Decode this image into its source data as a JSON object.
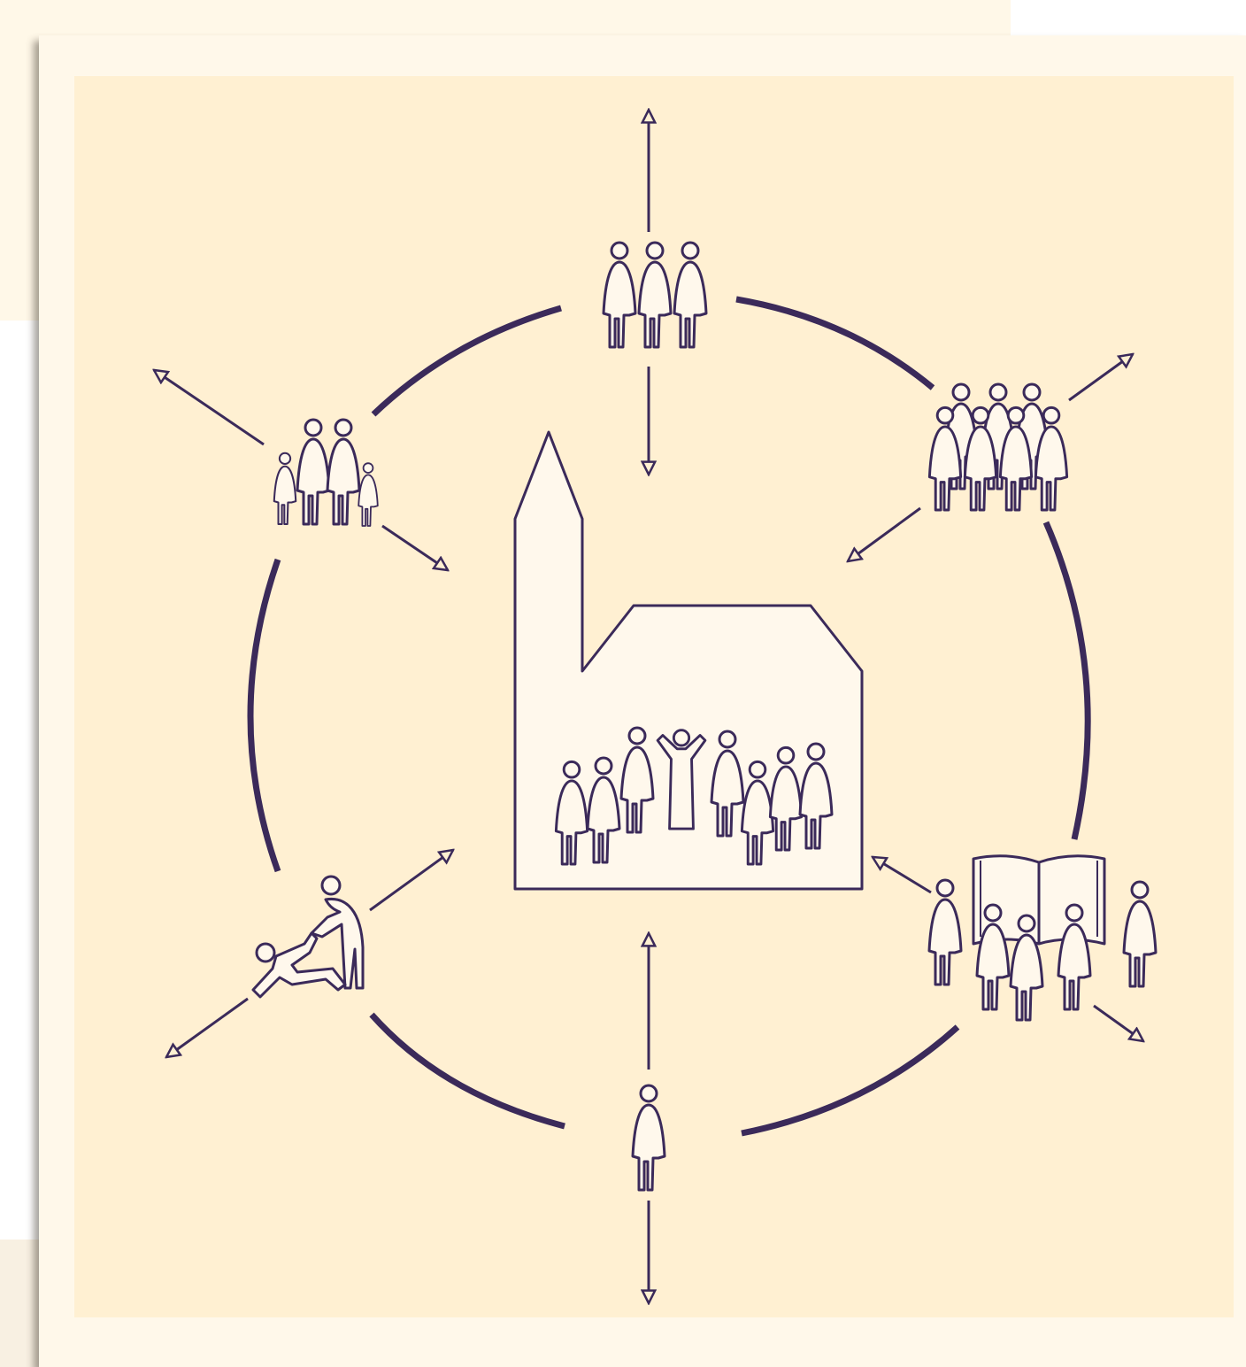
{
  "diagram": {
    "colors": {
      "stroke": "#3b2a5a",
      "page_background": "#fff0d2",
      "frame": "#fff8ea",
      "figure_fill": "#fff8ec",
      "church_fill": "#fff8ec"
    },
    "center": {
      "name": "church-building",
      "icon": "church-with-congregation-icon"
    },
    "nodes": [
      {
        "name": "small-group",
        "icon": "three-people-icon"
      },
      {
        "name": "large-group",
        "icon": "crowd-icon"
      },
      {
        "name": "bible-study-group",
        "icon": "open-book-group-icon"
      },
      {
        "name": "individual-person",
        "icon": "single-person-icon"
      },
      {
        "name": "helping-others",
        "icon": "helping-hand-icon"
      },
      {
        "name": "family",
        "icon": "family-icon"
      }
    ],
    "has_text": false
  }
}
